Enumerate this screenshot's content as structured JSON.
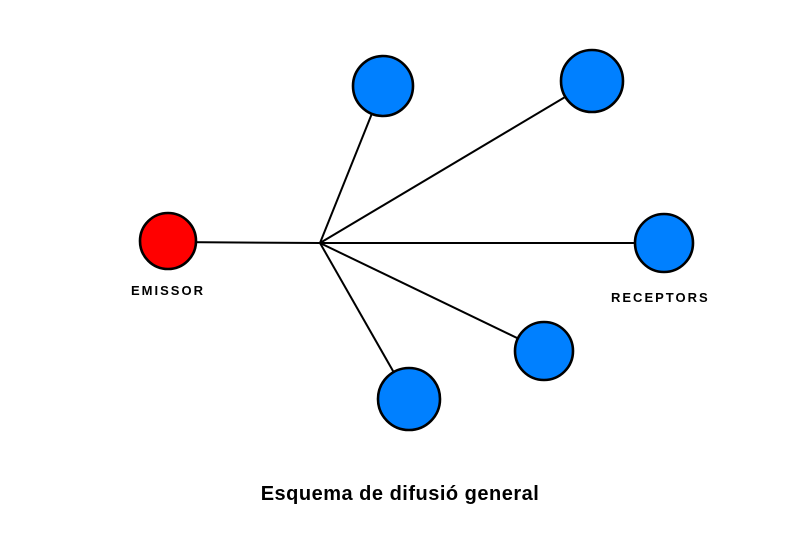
{
  "diagram": {
    "caption": "Esquema de difusió general",
    "emitter": {
      "label": "EMISSOR",
      "color": "#FF0000"
    },
    "receptors": {
      "label": "RECEPTORS",
      "color": "#0080FF",
      "count": 5
    },
    "line_color": "#000000",
    "background_color": "#FFFFFF"
  }
}
